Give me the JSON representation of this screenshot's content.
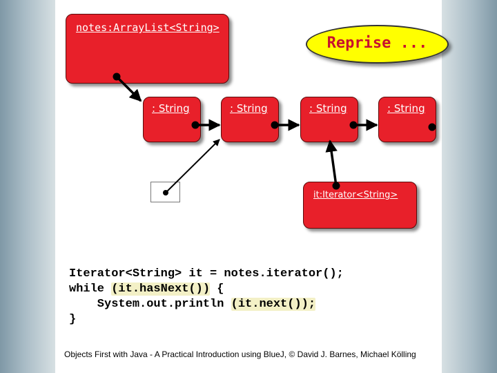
{
  "diagram": {
    "notes_label": "notes:ArrayList<String>",
    "elements": [
      ": String",
      ": String",
      ": String",
      ": String"
    ],
    "iterator_label": "it:Iterator<String>",
    "callout": "Reprise ..."
  },
  "code": {
    "line1": "Iterator<String> it = notes.iterator();",
    "line2_kw": "while ",
    "line2_hl": "(it.hasNext())",
    "line2_end": " {",
    "line3_pre": "    System.out.println ",
    "line3_hl": "(it.next());",
    "line4": "}"
  },
  "footer": "Objects First with Java - A Practical Introduction using BlueJ, © David J. Barnes, Michael Kölling",
  "colors": {
    "object": "#e8202a",
    "callout": "#ffff00",
    "callout_text": "#c8102e",
    "highlight": "#f3f0c6"
  }
}
